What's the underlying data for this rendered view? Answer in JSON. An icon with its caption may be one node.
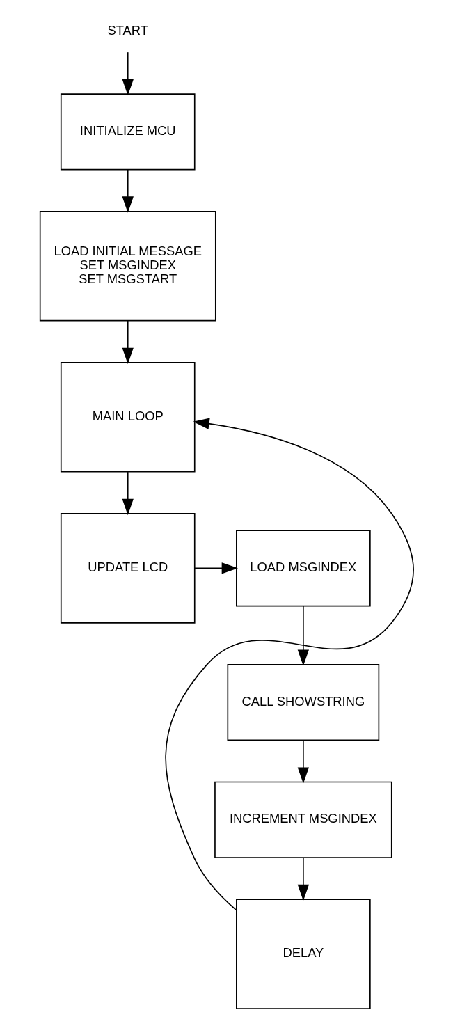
{
  "diagram": {
    "nodes": [
      {
        "text": [
          "START"
        ]
      },
      {
        "text": [
          "INITIALIZE MCU"
        ]
      },
      {
        "text": [
          "LOAD INITIAL MESSAGE",
          "SET MSGINDEX",
          "SET MSGSTART"
        ]
      },
      {
        "text": [
          "MAIN LOOP"
        ]
      },
      {
        "text": [
          "UPDATE LCD"
        ]
      },
      {
        "text": [
          "LOAD MSGINDEX"
        ]
      },
      {
        "text": [
          "CALL SHOWSTRING"
        ]
      },
      {
        "text": [
          "INCREMENT MSGINDEX"
        ]
      },
      {
        "text": [
          "DELAY"
        ]
      }
    ],
    "edges": [
      {
        "from": 0,
        "to": 1,
        "arrow": "to"
      },
      {
        "from": 1,
        "to": 2,
        "arrow": "to"
      },
      {
        "from": 2,
        "to": 3,
        "arrow": "to"
      },
      {
        "from": 3,
        "to": 4,
        "arrow": "to"
      },
      {
        "from": 4,
        "to": 5,
        "arrow": "to"
      },
      {
        "from": 5,
        "to": 6,
        "arrow": "to"
      },
      {
        "from": 6,
        "to": 7,
        "arrow": "to"
      },
      {
        "from": 7,
        "to": 8,
        "arrow": "to"
      },
      {
        "from": 8,
        "to": 3,
        "arrow": "to"
      }
    ]
  }
}
